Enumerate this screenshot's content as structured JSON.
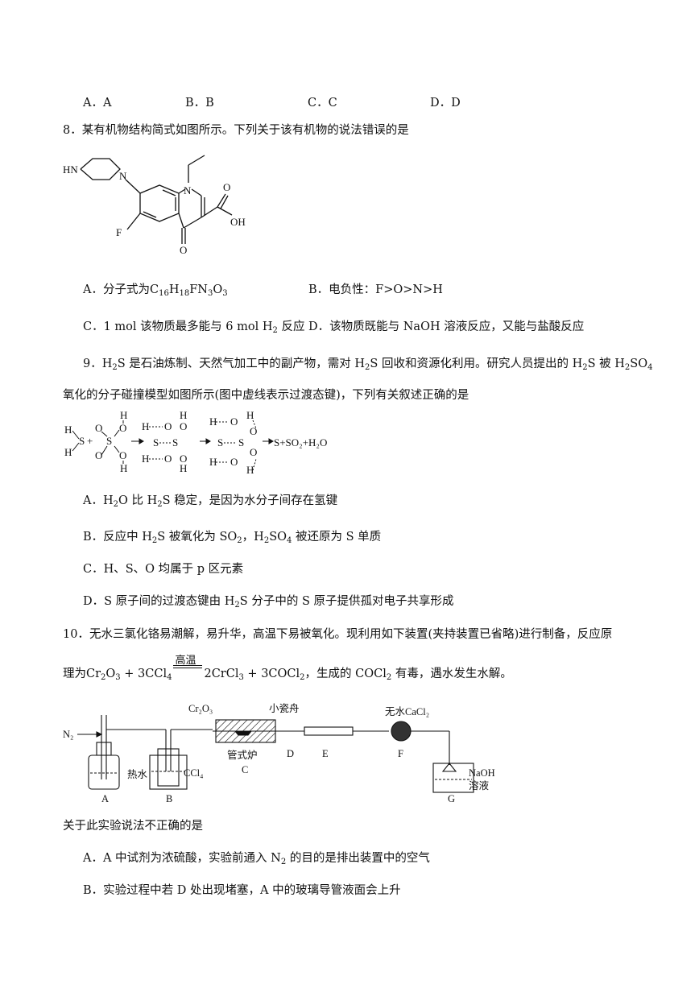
{
  "q7_options": [
    "A．A",
    "B．B",
    "C．C",
    "D．D"
  ],
  "q8": {
    "stem": "8．某有机物结构简式如图所示。下列关于该有机物的说法错误的是",
    "structure_labels": {
      "hn": "HN",
      "n1": "N",
      "n2": "N",
      "f": "F",
      "o": "O",
      "o2": "O",
      "oh": "OH"
    },
    "optA_prefix": "A．分子式为C",
    "optA_sub1": "16",
    "optA_mid1": "H",
    "optA_sub2": "18",
    "optA_mid2": "FN",
    "optA_sub3": "3",
    "optA_mid3": "O",
    "optA_sub4": "3",
    "optB": "B．电负性：F>O>N>H",
    "optC_prefix": "C．1 mol 该物质最多能与 6 mol H",
    "optC_sub": "2",
    "optC_suffix": " 反应",
    "optD": "D．该物质既能与 NaOH 溶液反应，又能与盐酸反应"
  },
  "q9": {
    "line1_a": "9．H",
    "line1_sub1": "2",
    "line1_b": "S 是石油炼制、天然气加工中的副产物，需对 H",
    "line1_sub2": "2",
    "line1_c": "S 回收和资源化利用。研究人员提出的 H",
    "line1_sub3": "2",
    "line1_d": "S 被 H",
    "line1_sub4": "2",
    "line1_e": "SO",
    "line1_sub5": "4",
    "line2": "氧化的分子碰撞模型如图所示(图中虚线表示过渡态键)，下列有关叙述正确的是",
    "scheme_labels": {
      "h": "H",
      "s": "S",
      "o": "O",
      "plus": "+",
      "product": "S+SO₂+H₂O"
    },
    "optA_a": "A．H",
    "optA_sub1": "2",
    "optA_b": "O 比 H",
    "optA_sub2": "2",
    "optA_c": "S 稳定，是因为水分子间存在氢键",
    "optB_a": "B．反应中 H",
    "optB_sub1": "2",
    "optB_b": "S 被氧化为 SO",
    "optB_sub2": "2",
    "optB_c": "，H",
    "optB_sub3": "2",
    "optB_d": "SO",
    "optB_sub4": "4",
    "optB_e": " 被还原为 S 单质",
    "optC": "C．H、S、O 均属于 p 区元素",
    "optD_a": "D．S 原子间的过渡态键由 H",
    "optD_sub": "2",
    "optD_b": "S 分子中的 S 原子提供孤对电子共享形成"
  },
  "q10": {
    "line1": "10．无水三氯化铬易潮解，易升华，高温下易被氧化。现利用如下装置(夹持装置已省略)进行制备，反应原",
    "line2_a": "理为Cr",
    "line2_sub1": "2",
    "line2_b": "O",
    "line2_sub2": "3",
    "line2_c": " + 3CCl",
    "line2_sub3": "4",
    "condition": "高温",
    "line2_d": "2CrCl",
    "line2_sub4": "3",
    "line2_e": " + 3COCl",
    "line2_sub5": "2",
    "line2_f": "，生成的 COCl",
    "line2_sub6": "2",
    "line2_g": " 有毒，遇水发生水解。",
    "apparatus_labels": {
      "n2": "N₂",
      "cr2o3": "Cr₂O₃",
      "boat": "小瓷舟",
      "furnace": "管式炉",
      "cl": "C",
      "hot_water": "热水",
      "ccl4": "CCl₄",
      "cacl2": "无水CaCl₂",
      "naoh": "NaOH",
      "solution": "溶液",
      "a": "A",
      "b": "B",
      "d": "D",
      "e": "E",
      "f": "F",
      "g": "G"
    },
    "ask": "关于此实验说法不正确的是",
    "optA_a": "A．A 中试剂为浓硫酸，实验前通入 N",
    "optA_sub": "2",
    "optA_b": " 的目的是排出装置中的空气",
    "optB": "B．实验过程中若 D 处出现堵塞，A 中的玻璃导管液面会上升"
  }
}
